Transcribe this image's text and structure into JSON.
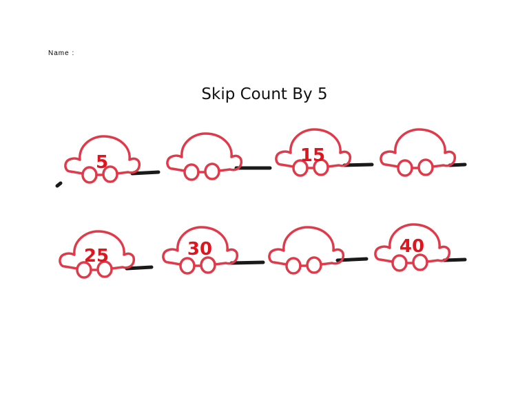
{
  "worksheet": {
    "name_label": "Name :",
    "title": "Skip Count By 5"
  },
  "cars": [
    {
      "number": "5"
    },
    {
      "number": ""
    },
    {
      "number": "15"
    },
    {
      "number": ""
    },
    {
      "number": "25"
    },
    {
      "number": "30"
    },
    {
      "number": ""
    },
    {
      "number": "40"
    }
  ],
  "colors": {
    "car_outline": "#e03a4a",
    "number": "#e0141e",
    "road": "#1a1a1a"
  }
}
